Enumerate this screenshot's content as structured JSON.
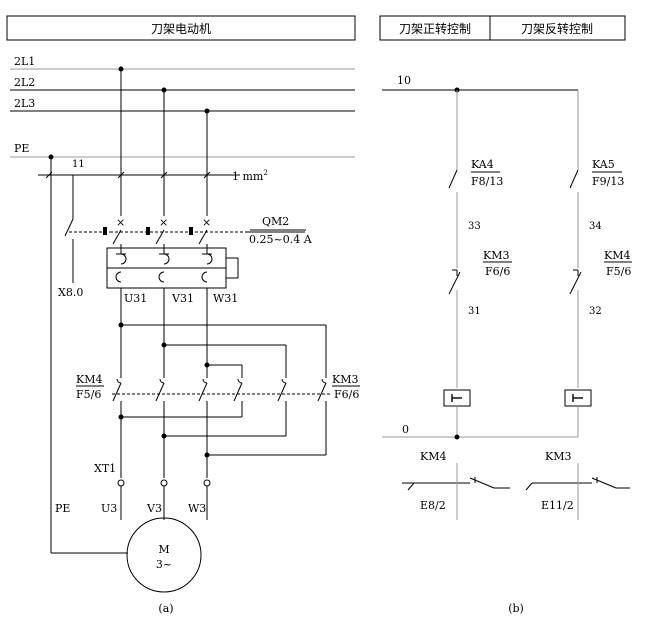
{
  "headers": {
    "panel_a": "刀架电动机",
    "panel_b_left": "刀架正转控制",
    "panel_b_right": "刀架反转控制"
  },
  "panel_a": {
    "bus": [
      "2L1",
      "2L2",
      "2L3"
    ],
    "pe": "PE",
    "wire_11": "11",
    "wire_size": "1 mm",
    "wire_size_sup": "2",
    "breaker_name": "QM2",
    "breaker_range": "0.25~0.4 A",
    "x_input": "X8.0",
    "breaker_outputs": [
      "U31",
      "V31",
      "W31"
    ],
    "km4_name": "KM4",
    "km4_ref": "F5/6",
    "km3_name": "KM3",
    "km3_ref": "F6/6",
    "terminal": "XT1",
    "motor_terminals": [
      "U3",
      "V3",
      "W3"
    ],
    "pe_bottom": "PE",
    "motor_name": "M",
    "motor_type": "3~",
    "caption": "(a)"
  },
  "panel_b": {
    "wire_10": "10",
    "wire_0": "0",
    "ka4_name": "KA4",
    "ka4_ref": "F8/13",
    "ka5_name": "KA5",
    "ka5_ref": "F9/13",
    "wire_33": "33",
    "wire_34": "34",
    "km3_name": "KM3",
    "km3_ref": "F6/6",
    "km4_name": "KM4",
    "km4_ref": "F5/6",
    "wire_31": "31",
    "wire_32": "32",
    "xref_left_name": "KM4",
    "xref_left_ref": "E8/2",
    "xref_right_name": "KM3",
    "xref_right_ref": "E11/2",
    "caption": "(b)"
  }
}
